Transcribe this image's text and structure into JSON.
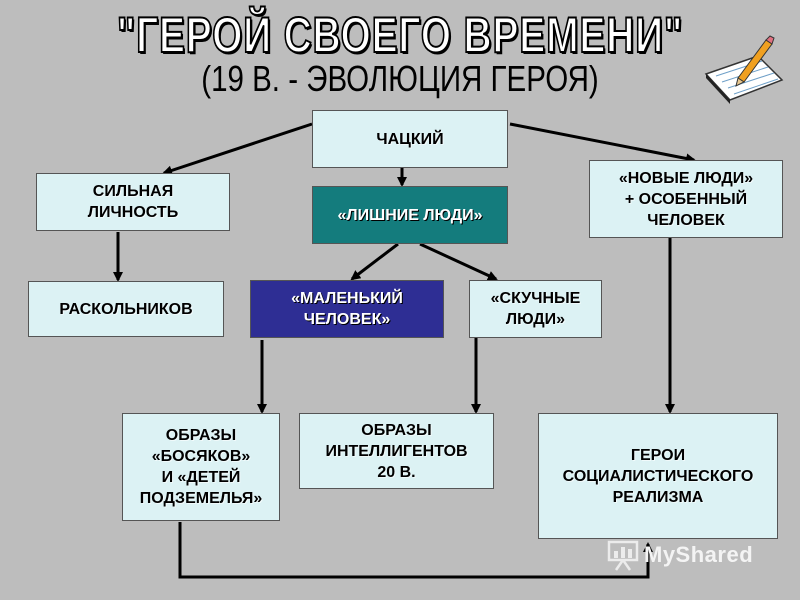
{
  "title": "\"ГЕРОЙ СВОЕГО ВРЕМЕНИ\"",
  "subtitle": "(19 В. - ЭВОЛЮЦИЯ ГЕРОЯ)",
  "nodes": {
    "chatsky": "ЧАЦКИЙ",
    "strong": "СИЛЬНАЯ\nЛИЧНОСТЬ",
    "superfluous": "«ЛИШНИЕ ЛЮДИ»",
    "new_people": "«НОВЫЕ ЛЮДИ»\n+ ОСОБЕННЫЙ\nЧЕЛОВЕК",
    "raskolnikov": "РАСКОЛЬНИКОВ",
    "little_man": "«МАЛЕНЬКИЙ\nЧЕЛОВЕК»",
    "boring": "«СКУЧНЫЕ\nЛЮДИ»",
    "tramps": "ОБРАЗЫ\n«БОСЯКОВ»\nИ «ДЕТЕЙ\nПОДЗЕМЕЛЬЯ»",
    "intelligentsia": "ОБРАЗЫ\nИНТЕЛЛИГЕНТОВ\n20 В.",
    "socrealism": "ГЕРОИ\nСОЦИАЛИСТИЧЕСКОГО\nРЕАЛИЗМА"
  },
  "watermark": "MyShared",
  "icons": [
    "notepad-pencil-icon",
    "presentation-icon"
  ],
  "colors": {
    "background": "#bdbdbd",
    "light_box": "#dcf2f4",
    "teal_box": "#147c7d",
    "navy_box": "#2e2e94"
  }
}
